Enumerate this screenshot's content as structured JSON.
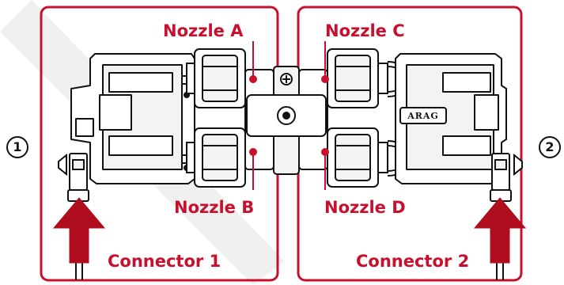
{
  "panel_border_color": "#c8102e",
  "label_color": "#c8102e",
  "arrow_color": "#b00d1f",
  "numbers": {
    "left": "1",
    "right": "2"
  },
  "nozzles": {
    "a": "Nozzle A",
    "b": "Nozzle B",
    "c": "Nozzle C",
    "d": "Nozzle D"
  },
  "connectors": {
    "one": "Connector 1",
    "two": "Connector 2"
  },
  "brand": "ARAG",
  "icons": [
    "arrow-up-icon",
    "screw-icon",
    "connector-plug-icon",
    "pointer-dot-icon"
  ]
}
